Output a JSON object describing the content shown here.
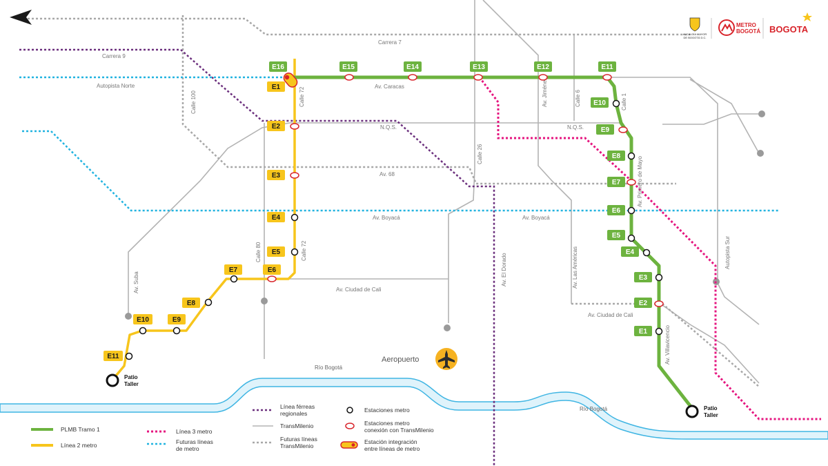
{
  "map": {
    "roads": {
      "carrera_7": "Carrera 7",
      "carrera_9": "Carrera 9",
      "autopista_norte": "Autopista Norte",
      "av_caracas": "Av. Caracas",
      "calle_100": "Calle 100",
      "calle_72_north": "Calle 72",
      "calle_72_south": "Calle 72",
      "nqs_west": "N.Q.S.",
      "nqs_east": "N.Q.S.",
      "av_68": "Av. 68",
      "calle_26": "Calle 26",
      "av_jimenez": "Av. Jiménez",
      "calle_6": "Calle 6",
      "calle_1": "Calle 1",
      "av_boyaca_west": "Av. Boyacá",
      "av_boyaca_east": "Av. Boyacá",
      "av_primero_de_mayo": "Av. Primero de Mayo",
      "av_suba": "Av. Suba",
      "calle_80": "Calle 80",
      "av_ciudad_de_cali_west": "Av. Ciudad de Cali",
      "av_ciudad_de_cali_east": "Av. Ciudad de Cali",
      "av_el_dorado": "Av. El Dorado",
      "av_las_americas": "Av. Las Américas",
      "autopista_sur": "Autopista Sur",
      "av_villavicencio": "Av. Villavicencio"
    },
    "rivers": {
      "west": "Río Bogotá",
      "east": "Río Bogotá"
    },
    "airport": {
      "label": "Aeropuerto",
      "icon": "airplane-icon"
    },
    "depots": {
      "line2": [
        "Patio",
        "Taller"
      ],
      "line1": [
        "Patio",
        "Taller"
      ]
    },
    "line1_stations": [
      "E16",
      "E15",
      "E14",
      "E13",
      "E12",
      "E11",
      "E10",
      "E9",
      "E8",
      "E7",
      "E6",
      "E5",
      "E4",
      "E3",
      "E2",
      "E1"
    ],
    "line2_stations": [
      "E1",
      "E2",
      "E3",
      "E4",
      "E5",
      "E6",
      "E7",
      "E8",
      "E9",
      "E10",
      "E11"
    ],
    "colors": {
      "line1": "#6db33f",
      "line2": "#f7c51c",
      "line3": "#e5157f",
      "future_metro": "#21b3e0",
      "rail": "#6b2f7d",
      "transmilenio": "#b3b3b3",
      "future_transmilenio": "#a8a8a8",
      "river": "#3fb5e3",
      "river_fill": "#dff3fb"
    }
  },
  "legend": {
    "line1": "PLMB Tramo 1",
    "line2": "Línea 2 metro",
    "line3": "Línea 3 metro",
    "future_metro": [
      "Futuras líneas",
      "de metro"
    ],
    "rail": [
      "Línea férreas",
      "regionales"
    ],
    "transmilenio": "TransMilenio",
    "future_transmilenio": [
      "Futuras líneas",
      "TransMilenio"
    ],
    "metro_stations": "Estaciones metro",
    "tm_stations": [
      "Estaciones metro",
      "conexión con TransMilenio"
    ],
    "integration_station": [
      "Estación integración",
      "entre líneas de metro"
    ]
  },
  "logos": {
    "alcaldia": [
      "ALCALDÍA MAYOR",
      "DE BOGOTÁ D.C."
    ],
    "metro": [
      "METRO",
      "BOGOTÁ"
    ],
    "bogota": "BOGOTA"
  }
}
